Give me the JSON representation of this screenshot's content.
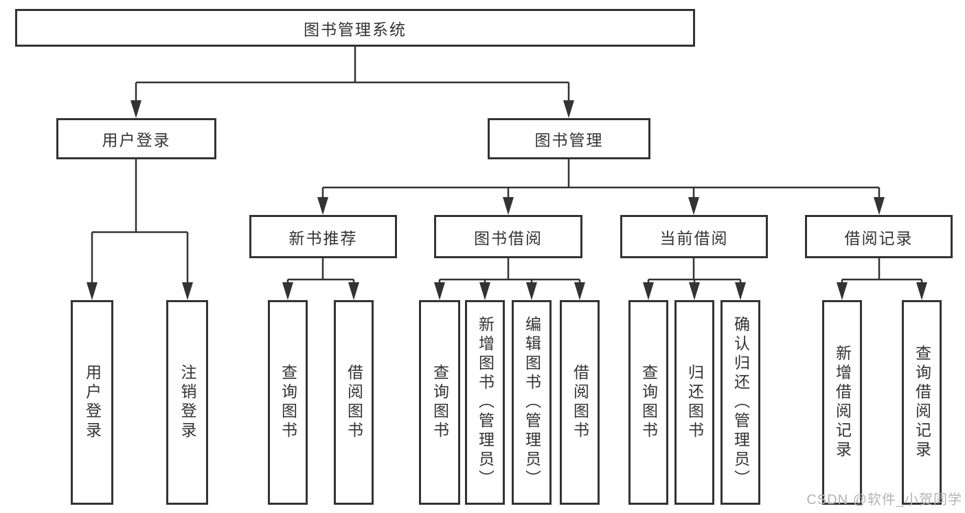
{
  "diagram": {
    "type": "tree",
    "nodes": {
      "root": "图书管理系统",
      "user_login": "用户登录",
      "book_mgmt": "图书管理",
      "new_book_rec": "新书推荐",
      "book_borrow": "图书借阅",
      "current_borrow": "当前借阅",
      "borrow_records": "借阅记录",
      "ul_user_login": "用户登录",
      "ul_logout": "注销登录",
      "nbr_query_books": "查询图书",
      "nbr_borrow_books": "借阅图书",
      "bb_query_books": "查询图书",
      "bb_add_books": "新增图书（管理员）",
      "bb_edit_books": "编辑图书（管理员）",
      "bb_borrow_books": "借阅图书",
      "cb_query_books": "查询图书",
      "cb_return_books": "归还图书",
      "cb_confirm_return": "确认归还（管理员）",
      "br_add_record": "新增借阅记录",
      "br_query_record": "查询借阅记录"
    },
    "hierarchy": {
      "图书管理系统": [
        "用户登录",
        "图书管理"
      ],
      "用户登录": [
        "用户登录",
        "注销登录"
      ],
      "图书管理": [
        "新书推荐",
        "图书借阅",
        "当前借阅",
        "借阅记录"
      ],
      "新书推荐": [
        "查询图书",
        "借阅图书"
      ],
      "图书借阅": [
        "查询图书",
        "新增图书（管理员）",
        "编辑图书（管理员）",
        "借阅图书"
      ],
      "当前借阅": [
        "查询图书",
        "归还图书",
        "确认归还（管理员）"
      ],
      "借阅记录": [
        "新增借阅记录",
        "查询借阅记录"
      ]
    },
    "colors": {
      "line": "#333333",
      "box_border": "#333333",
      "text": "#333333",
      "background": "#ffffff",
      "watermark": "#b3b3b3"
    }
  },
  "watermark": {
    "text": "CSDN @软件_小贺同学"
  }
}
